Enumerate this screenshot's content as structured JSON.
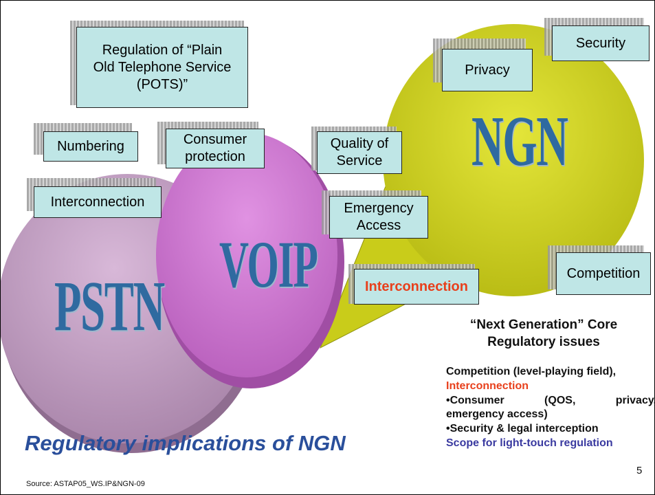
{
  "clouds": {
    "pstn": "PSTN",
    "voip": "VOIP",
    "ngn": "NGN"
  },
  "issues": {
    "pots": "Regulation of “Plain Old Telephone Service (POTS)”",
    "numbering": "Numbering",
    "consumer_protection": "Consumer protection",
    "interconnection_left": "Interconnection",
    "qos": "Quality of Service",
    "emergency": "Emergency Access",
    "privacy": "Privacy",
    "security": "Security",
    "competition": "Competition",
    "interconnection_ngn": "Interconnection"
  },
  "core": {
    "title": "“Next Generation” Core Regulatory issues",
    "line1": "Competition (level-playing field),",
    "line2": "Interconnection",
    "line3_a": "•Consumer",
    "line3_b": "(QOS,",
    "line3_c": "privacy,",
    "line4": "emergency access)",
    "line5": "•Security & legal interception",
    "line6": "Scope for light-touch regulation"
  },
  "headline": "Regulatory implications of NGN",
  "source": "Source: ASTAP05_WS.IP&NGN-09",
  "page_number": "5",
  "colors": {
    "box_fill": "#bfe6e6",
    "pstn": "#b78fb8",
    "voip": "#cc6fd0",
    "ngn": "#c9cc1a",
    "label_blue": "#2f6aa0",
    "accent_red": "#e8401c"
  }
}
